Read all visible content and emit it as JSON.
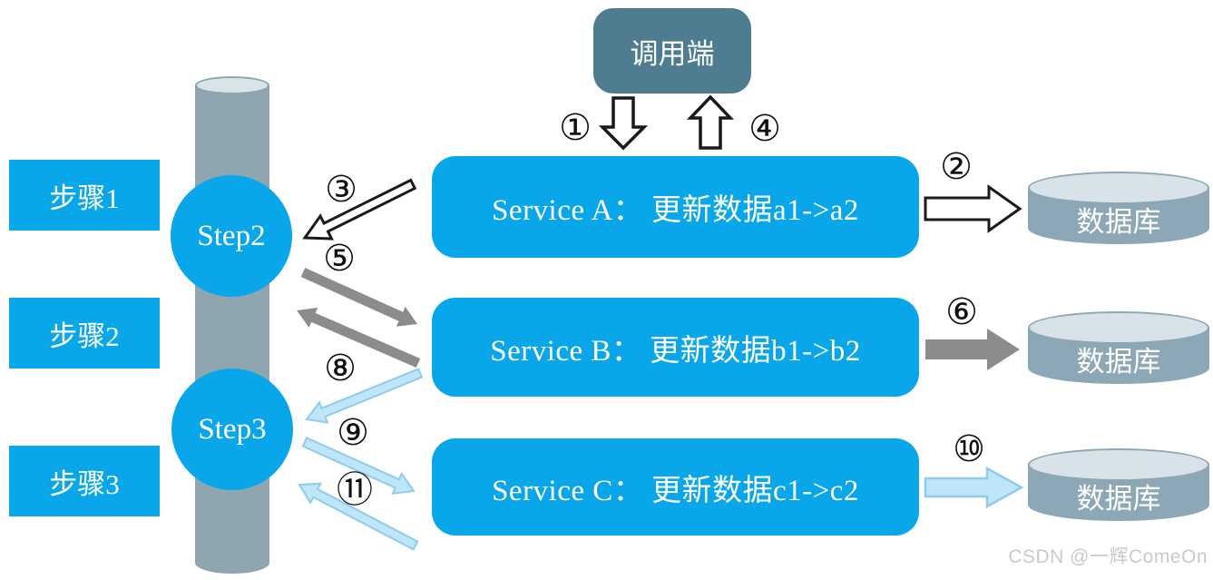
{
  "caller": {
    "label": "调用端"
  },
  "steps_left": [
    {
      "label": "步骤1"
    },
    {
      "label": "步骤2"
    },
    {
      "label": "步骤3"
    }
  ],
  "pipeline_steps": [
    {
      "label": "Step2"
    },
    {
      "label": "Step3"
    }
  ],
  "services": [
    {
      "label": "Service A： 更新数据a1->a2"
    },
    {
      "label": "Service B： 更新数据b1->b2"
    },
    {
      "label": "Service C： 更新数据c1->c2"
    }
  ],
  "databases": [
    {
      "label": "数据库"
    },
    {
      "label": "数据库"
    },
    {
      "label": "数据库"
    }
  ],
  "arrow_labels": {
    "n1": "①",
    "n2": "②",
    "n3": "③",
    "n4": "④",
    "n5": "⑤",
    "n6": "⑥",
    "n8": "⑧",
    "n9": "⑨",
    "n10": "⑩",
    "n11": "⑪"
  },
  "watermark": "CSDN @一辉ComeOn",
  "colors": {
    "primary_blue": "#0aa6ea",
    "caller_slate": "#4e7d92",
    "gray_arrow": "#8c8c8c",
    "light_blue_arrow_fill": "#bfe5f9",
    "light_blue_arrow_stroke": "#8fcbeb",
    "cylinder_body": "#8fa5b0",
    "cylinder_top": "#d9e4e8",
    "db_body": "#8ca7b5",
    "db_top": "#d8e3e9"
  }
}
